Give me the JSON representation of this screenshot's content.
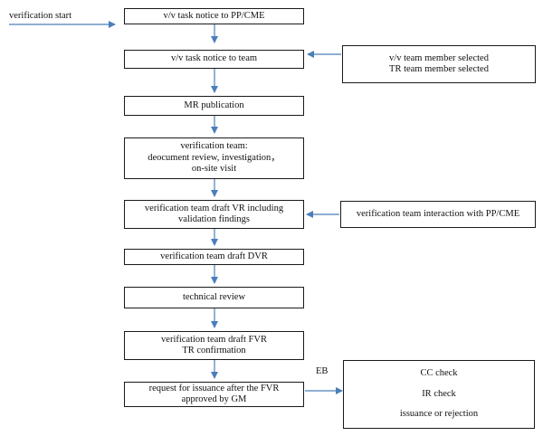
{
  "start_label": "verification start",
  "steps": [
    {
      "lines": [
        "v/v task notice to PP/CME"
      ]
    },
    {
      "lines": [
        "v/v task notice to team"
      ]
    },
    {
      "lines": [
        "MR publication"
      ]
    },
    {
      "lines": [
        "verification team:",
        "deocument review, investigation，",
        "on-site visit"
      ]
    },
    {
      "lines": [
        "verification team draft VR including",
        "validation findings"
      ]
    },
    {
      "lines": [
        "verification team draft DVR"
      ]
    },
    {
      "lines": [
        "technical review"
      ]
    },
    {
      "lines": [
        "verification team draft FVR",
        "TR confirmation"
      ]
    },
    {
      "lines": [
        "request for issuance after the FVR",
        "approved by GM"
      ]
    }
  ],
  "team_selection": {
    "lines": [
      "v/v team member selected",
      "TR team member selected"
    ]
  },
  "interaction": {
    "lines": [
      "verification team interaction with PP/CME"
    ]
  },
  "eb_label": "EB",
  "eb_box": {
    "lines": [
      "CC check",
      "IR check",
      "issuance or rejection"
    ]
  },
  "colors": {
    "arrow": "#4a7ebb",
    "border": "#1a1a1a",
    "text": "#111111"
  }
}
